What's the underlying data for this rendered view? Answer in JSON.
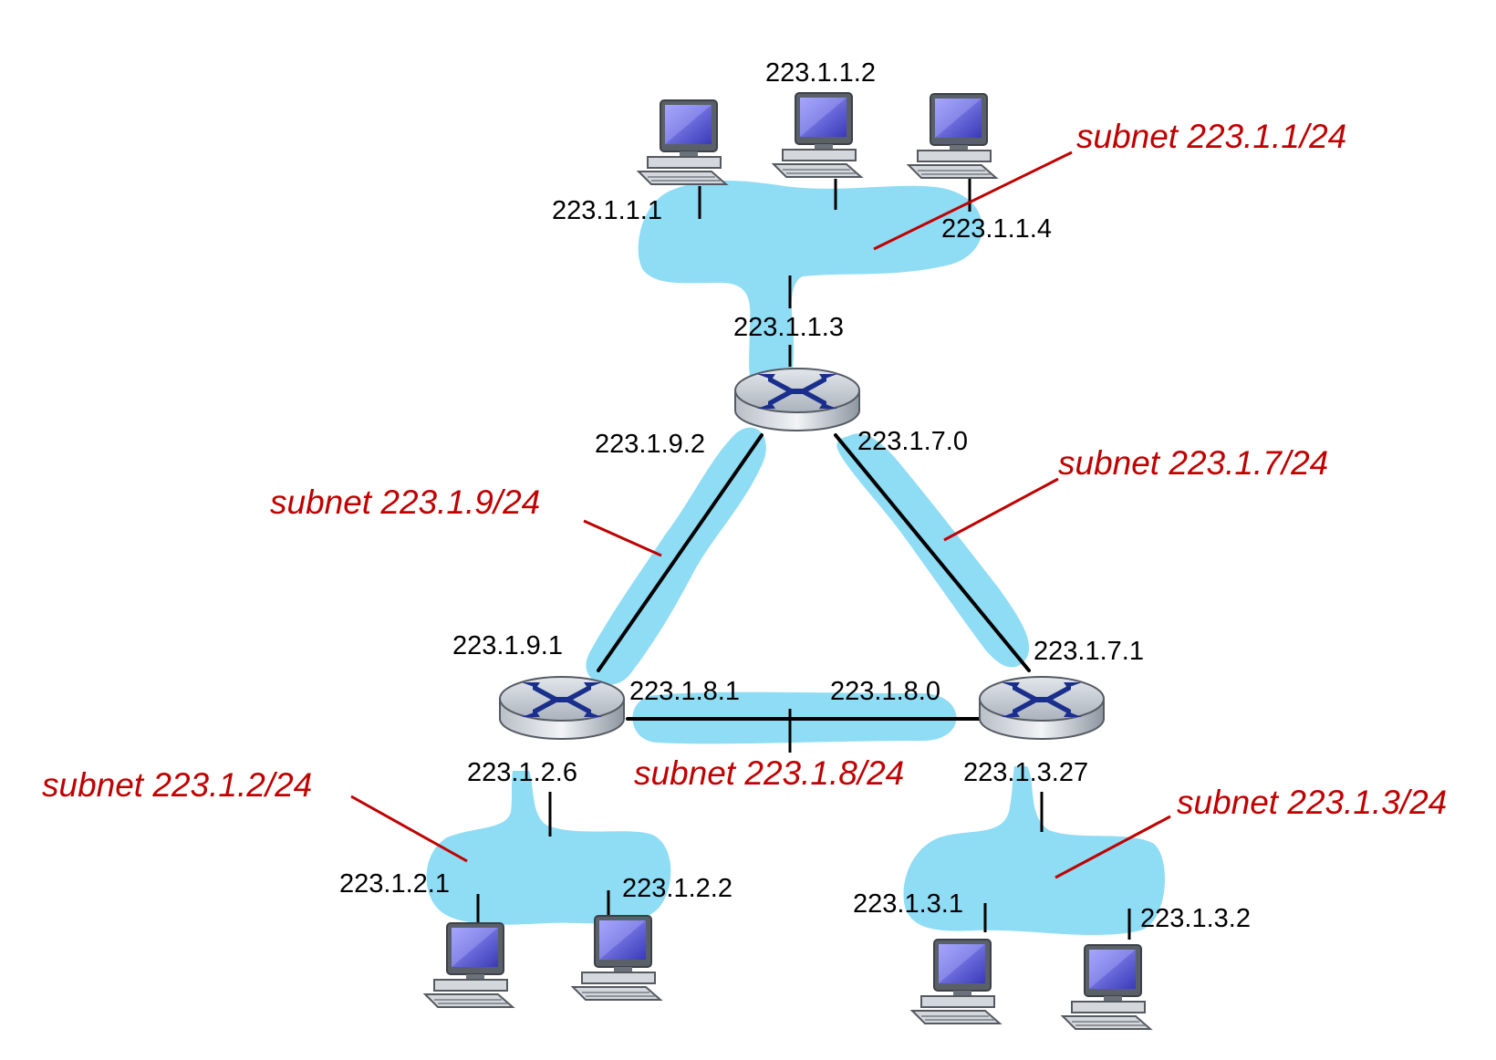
{
  "colors": {
    "subnet_blob": "#8fdcf5",
    "subnet_label": "#c00000",
    "link": "#000000",
    "router_body": "#c9cfd6",
    "router_arrows": "#1a2f8c",
    "screen": "#6f6fd8"
  },
  "subnets": {
    "s1": "subnet 223.1.1/24",
    "s7": "subnet 223.1.7/24",
    "s9": "subnet 223.1.9/24",
    "s2": "subnet 223.1.2/24",
    "s8": "subnet 223.1.8/24",
    "s3": "subnet 223.1.3/24"
  },
  "interfaces": {
    "h_1_1_2": "223.1.1.2",
    "h_1_1_1": "223.1.1.1",
    "h_1_1_4": "223.1.1.4",
    "r_1_1_3": "223.1.1.3",
    "r_1_9_2": "223.1.9.2",
    "r_1_7_0": "223.1.7.0",
    "r_1_9_1": "223.1.9.1",
    "r_1_7_1": "223.1.7.1",
    "r_1_8_1": "223.1.8.1",
    "r_1_8_0": "223.1.8.0",
    "r_1_2_6": "223.1.2.6",
    "r_1_3_27": "223.1.3.27",
    "h_1_2_1": "223.1.2.1",
    "h_1_2_2": "223.1.2.2",
    "h_1_3_1": "223.1.3.1",
    "h_1_3_2": "223.1.3.2"
  },
  "icons": {
    "host": "desktop-computer-icon",
    "router": "router-icon"
  }
}
